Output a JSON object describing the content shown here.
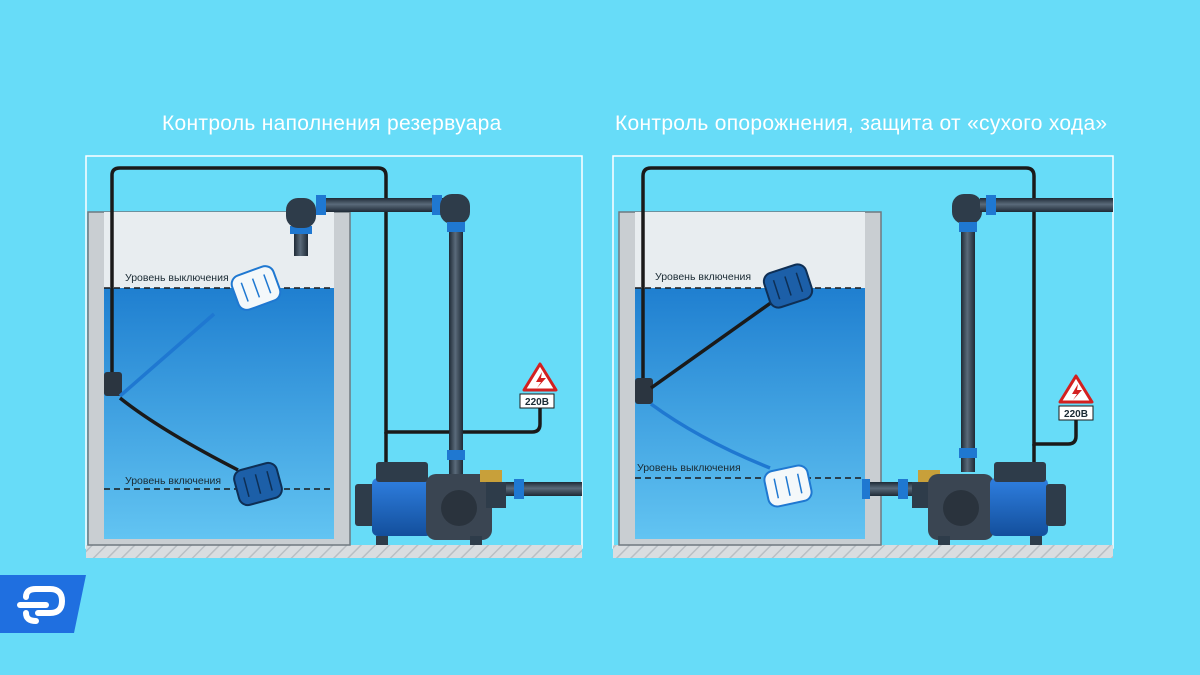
{
  "panels": {
    "left": {
      "title": "Контроль наполнения резервуара",
      "level_off": "Уровень выключения",
      "level_on": "Уровень включения",
      "voltage": "220В"
    },
    "right": {
      "title": "Контроль опорожнения, защита от «сухого хода»",
      "level_off": "Уровень включения",
      "level_on": "Уровень выключения",
      "voltage": "220В"
    }
  },
  "colors": {
    "background": "#67dcf8",
    "water": "#2f8fd6",
    "pipe": "#2b3a4a",
    "pipe_accent": "#1f78d1",
    "cable": "#1a1a1a",
    "warning": "#d32020"
  },
  "icons": [
    "float-switch-icon",
    "pump-icon",
    "warning-voltage-icon",
    "brand-logo-icon"
  ]
}
